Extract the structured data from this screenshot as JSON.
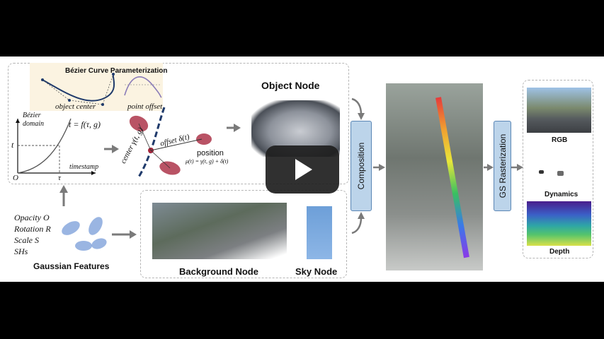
{
  "diagram": {
    "bezier_title": "Bézier Curve Parameterization",
    "object_center": "object center",
    "point_offset": "point offset",
    "bezier_axis_label": [
      "Bézier",
      "domain"
    ],
    "formula": "t = f(τ, g)",
    "t_label": "t",
    "origin_label": "O",
    "tau_label": "τ",
    "timestamp_label": "timestamp",
    "center_label": "center γ(t, g)",
    "offset_label": "offset δ(t)",
    "position_label": "position",
    "position_formula": "μ(t) = γ(t, g) + δ(t)",
    "object_node": "Object Node",
    "composition": "Composition",
    "gs_rasterization": "GS Rasterization",
    "rgb": "RGB",
    "dynamics": "Dynamics",
    "depth": "Depth",
    "features": [
      "Opacity O",
      "Rotation R",
      "Scale S",
      "SHs"
    ],
    "gaussian_features": "Gaussian Features",
    "background_node": "Background Node",
    "sky_node": "Sky Node"
  },
  "colors": {
    "curve": "#1f3a6b",
    "box_fill": "#bcd4ea",
    "box_border": "#5a86b5",
    "arrow": "#7a7a7a",
    "gaussian_red": "#a8283e",
    "gaussian_blue": "#6f95d6"
  },
  "player": {
    "icon": "play-icon"
  }
}
